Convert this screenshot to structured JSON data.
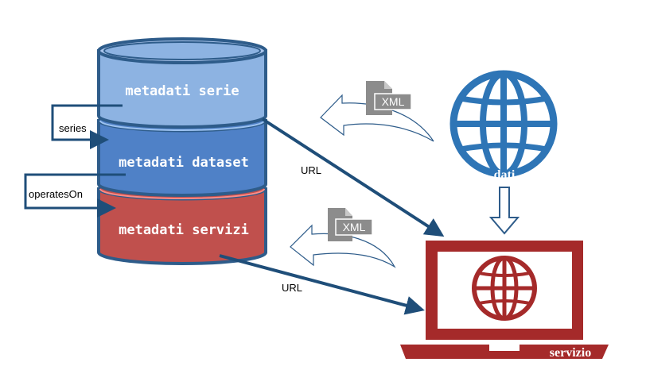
{
  "database": {
    "layer_serie": "metadati serie",
    "layer_dataset": "metadati dataset",
    "layer_servizi": "metadati servizi"
  },
  "relations": {
    "series": "series",
    "operates_on": "operatesOn"
  },
  "links": {
    "url_top": "URL",
    "url_bottom": "URL"
  },
  "documents": {
    "xml_top": "XML",
    "xml_bottom": "XML"
  },
  "globe": {
    "label": "dati"
  },
  "laptop": {
    "label": "servizio"
  },
  "colors": {
    "serie_fill": "#8db3e2",
    "dataset_fill": "#4f81c7",
    "servizi_fill": "#c0504d",
    "outline": "#2e5c8a",
    "navy": "#1f4e79",
    "globe_blue": "#2e75b6",
    "laptop_red": "#a52a2a",
    "doc_gray": "#8c8c8c"
  }
}
